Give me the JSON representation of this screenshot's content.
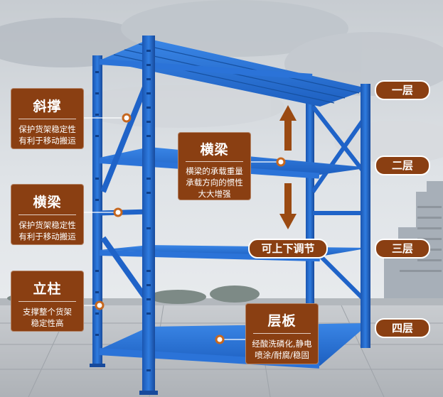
{
  "callouts": {
    "left_brace": {
      "title": "斜撑",
      "lines": [
        "保护货架稳定性",
        "有利于移动搬运"
      ]
    },
    "left_beam": {
      "title": "横梁",
      "lines": [
        "保护货架稳定性",
        "有利于移动搬运"
      ]
    },
    "column": {
      "title": "立柱",
      "lines": [
        "支撑整个货架",
        "稳定性高"
      ]
    },
    "center_beam": {
      "title": "横梁",
      "lines": [
        "横梁的承载重量",
        "承载方向的惯性",
        "大大增强"
      ]
    },
    "shelf_board": {
      "title": "层板",
      "lines": [
        "经酸洗磷化,静电",
        "喷涂/耐腐/稳固"
      ]
    }
  },
  "adjust_label": "可上下调节",
  "layers": [
    "一层",
    "二层",
    "三层",
    "四层"
  ],
  "colors": {
    "callout_bg": "#8a3f12",
    "rack_blue": "#1f63c8",
    "arrow": "#9a4a12"
  }
}
